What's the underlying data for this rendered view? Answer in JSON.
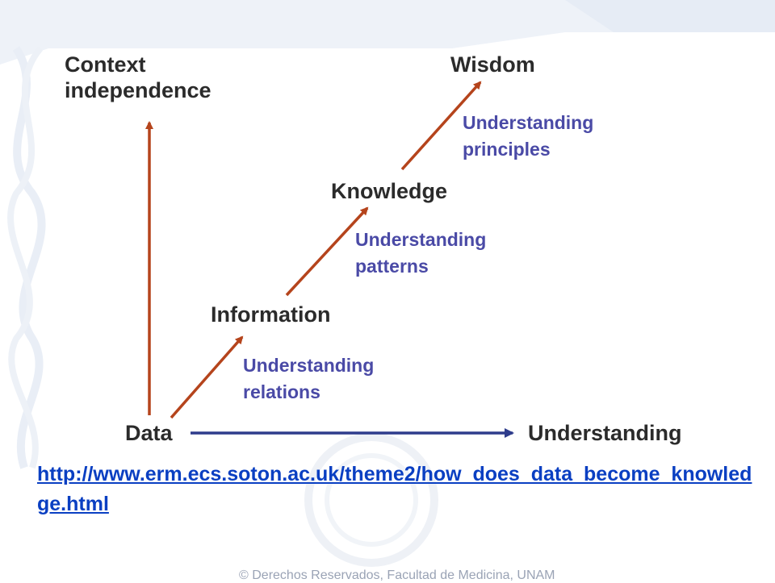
{
  "diagram": {
    "nodes": {
      "context": "Context independence",
      "context_line1": "Context",
      "context_line2": "independence",
      "data": "Data",
      "information": "Information",
      "knowledge": "Knowledge",
      "wisdom": "Wisdom",
      "understanding": "Understanding"
    },
    "notes": {
      "relations_1": "Understanding",
      "relations_2": "relations",
      "patterns_1": "Understanding",
      "patterns_2": "patterns",
      "principles_1": "Understanding",
      "principles_2": "principles"
    },
    "colors": {
      "rising_arrows": "#b5441c",
      "horizontal_arrow": "#2e3c8c",
      "node_text": "#2b2b2b",
      "note_text": "#4a4aa6"
    }
  },
  "source_link": "http://www.erm.ecs.soton.ac.uk/theme2/how_does_data_become_knowledge.html",
  "footer": "© Derechos Reservados, Facultad de Medicina, UNAM"
}
